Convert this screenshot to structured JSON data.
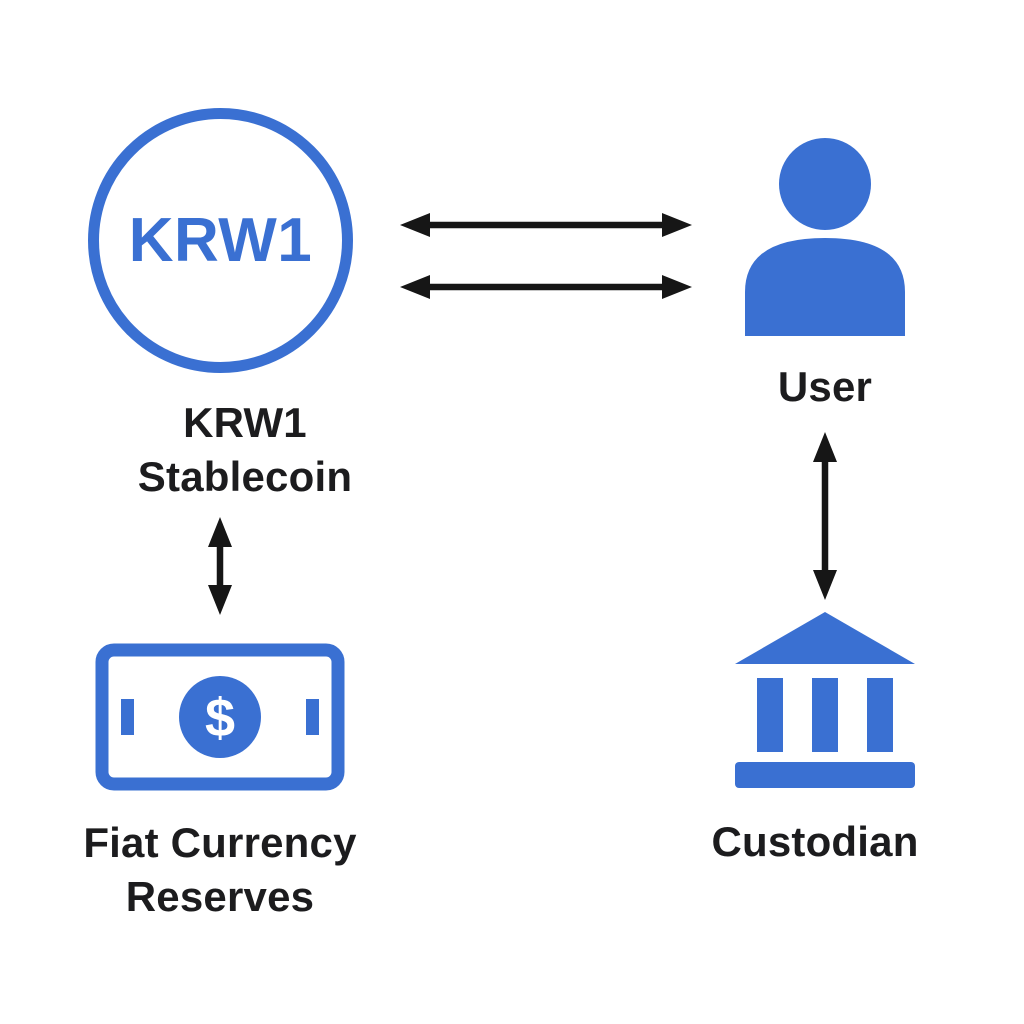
{
  "diagram": {
    "type": "flow-diagram",
    "colors": {
      "accent": "#3a70d2",
      "arrow": "#161616",
      "text": "#1c1c1e"
    },
    "nodes": {
      "coin": {
        "symbol": "KRW1",
        "label": "KRW1\nStablecoin",
        "icon": "coin-circle-icon"
      },
      "user": {
        "label": "User",
        "icon": "user-icon"
      },
      "reserves": {
        "label": "Fiat Currency\nReserves",
        "icon": "banknote-icon",
        "currency_symbol": "$"
      },
      "custodian": {
        "label": "Custodian",
        "icon": "bank-icon"
      }
    },
    "edges": [
      {
        "from": "coin",
        "to": "user",
        "style": "double-headed",
        "orientation": "horizontal",
        "lines": 2
      },
      {
        "from": "coin",
        "to": "reserves",
        "style": "double-headed",
        "orientation": "vertical",
        "lines": 1
      },
      {
        "from": "user",
        "to": "custodian",
        "style": "double-headed",
        "orientation": "vertical",
        "lines": 1
      }
    ]
  }
}
